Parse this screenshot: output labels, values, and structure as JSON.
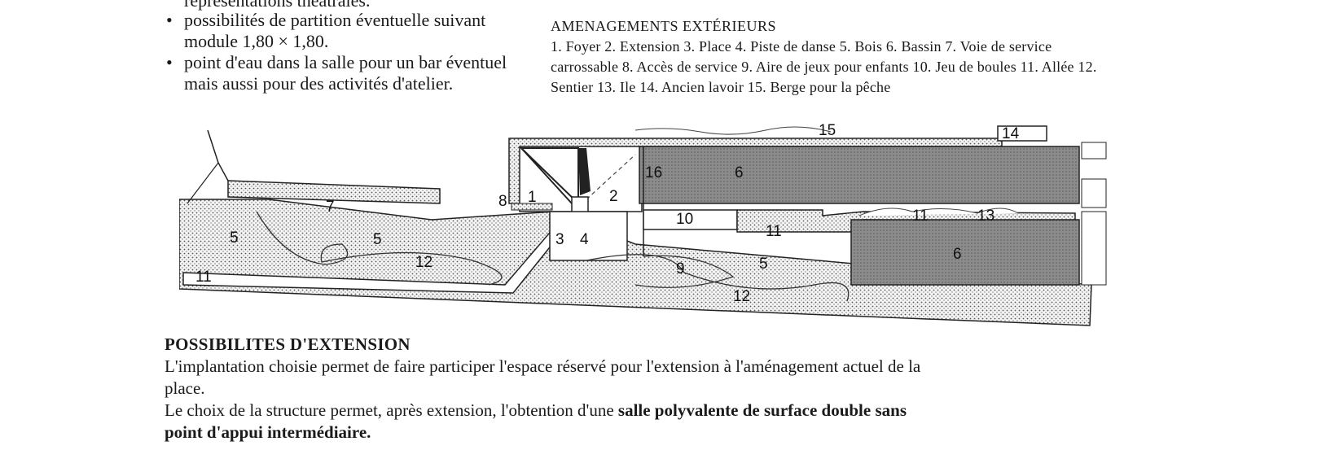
{
  "left_column": {
    "cut_line": "représentations théâtrales.",
    "bullets": [
      "possibilités de partition éventuelle suivant module 1,80 × 1,80.",
      "point d'eau dans la salle pour un bar éventuel mais aussi pour des activités d'atelier."
    ]
  },
  "legend": {
    "title": "AMENAGEMENTS EXTÉRIEURS",
    "text": "1. Foyer 2. Extension 3. Place 4. Piste de danse 5. Bois 6. Bassin 7. Voie de service carrossable 8. Accès de service 9. Aire de jeux pour enfants 10. Jeu de boules 11. Allée 12. Sentier 13. Ile 14. Ancien lavoir 15. Berge pour la pêche"
  },
  "plan_labels": {
    "l1": "1",
    "l2": "2",
    "l3": "3",
    "l4": "4",
    "l5a": "5",
    "l5b": "5",
    "l5c": "5",
    "l6a": "6",
    "l6b": "6",
    "l7": "7",
    "l8": "8",
    "l9": "9",
    "l10": "10",
    "l11a": "11",
    "l11b": "11",
    "l11c": "11",
    "l12a": "12",
    "l12b": "12",
    "l13": "13",
    "l14": "14",
    "l15": "15",
    "l16": "16"
  },
  "extension": {
    "heading": "POSSIBILITES D'EXTENSION",
    "p1": "L'implantation choisie permet de faire participer l'espace réservé pour l'extension à l'aménagement actuel de la place.",
    "p2_start": "Le choix de la structure permet, après extension, l'obtention d'une ",
    "p2_bold": "salle polyvalente de surface double sans point d'appui intermédiaire."
  }
}
